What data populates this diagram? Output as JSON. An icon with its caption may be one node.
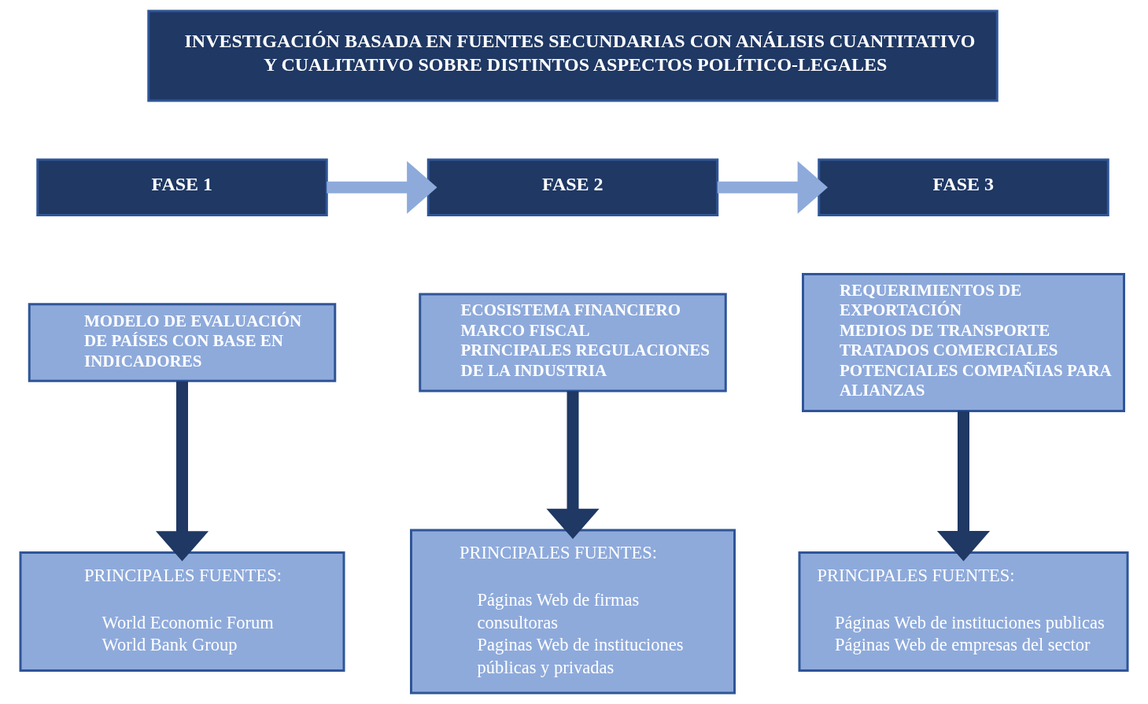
{
  "diagram": {
    "nodes": [
      {
        "text": [
          "INVESTIGACIÓN BASADA EN FUENTES SECUNDARIAS CON ANÁLISIS CUANTITATIVO Y CUALITATIVO SOBRE DISTINTOS ASPECTOS POLÍTICO-LEGALES"
        ]
      },
      {
        "text": [
          "FASE 1"
        ]
      },
      {
        "text": [
          "FASE 2"
        ]
      },
      {
        "text": [
          "FASE 3"
        ]
      },
      {
        "text": [
          "MODELO DE EVALUACIÓN DE PAÍSES CON BASE EN INDICADORES"
        ]
      },
      {
        "text": [
          "ECOSISTEMA FINANCIERO",
          "MARCO FISCAL",
          "PRINCIPALES REGULACIONES DE LA INDUSTRIA"
        ]
      },
      {
        "text": [
          "REQUERIMIENTOS DE EXPORTACIÓN",
          "MEDIOS DE TRANSPORTE",
          "TRATADOS COMERCIALES",
          "POTENCIALES COMPAÑIAS PARA ALIANZAS"
        ]
      },
      {
        "text": [
          "PRINCIPALES FUENTES:",
          "World Economic Forum",
          "World Bank Group"
        ]
      },
      {
        "text": [
          "PRINCIPALES FUENTES:",
          "Páginas Web de firmas consultoras",
          "Paginas Web de instituciones públicas y privadas"
        ]
      },
      {
        "text": [
          "PRINCIPALES FUENTES:",
          "Páginas Web de instituciones publicas",
          "Páginas Web de empresas del sector"
        ]
      }
    ],
    "edges": [
      {
        "from": 1,
        "to": 2,
        "arrow": "to",
        "color": "#8eaadb"
      },
      {
        "from": 2,
        "to": 3,
        "arrow": "to",
        "color": "#8eaadb"
      },
      {
        "from": 4,
        "to": 7,
        "arrow": "to"
      },
      {
        "from": 5,
        "to": 8,
        "arrow": "to"
      },
      {
        "from": 6,
        "to": 9,
        "arrow": "to"
      }
    ]
  }
}
